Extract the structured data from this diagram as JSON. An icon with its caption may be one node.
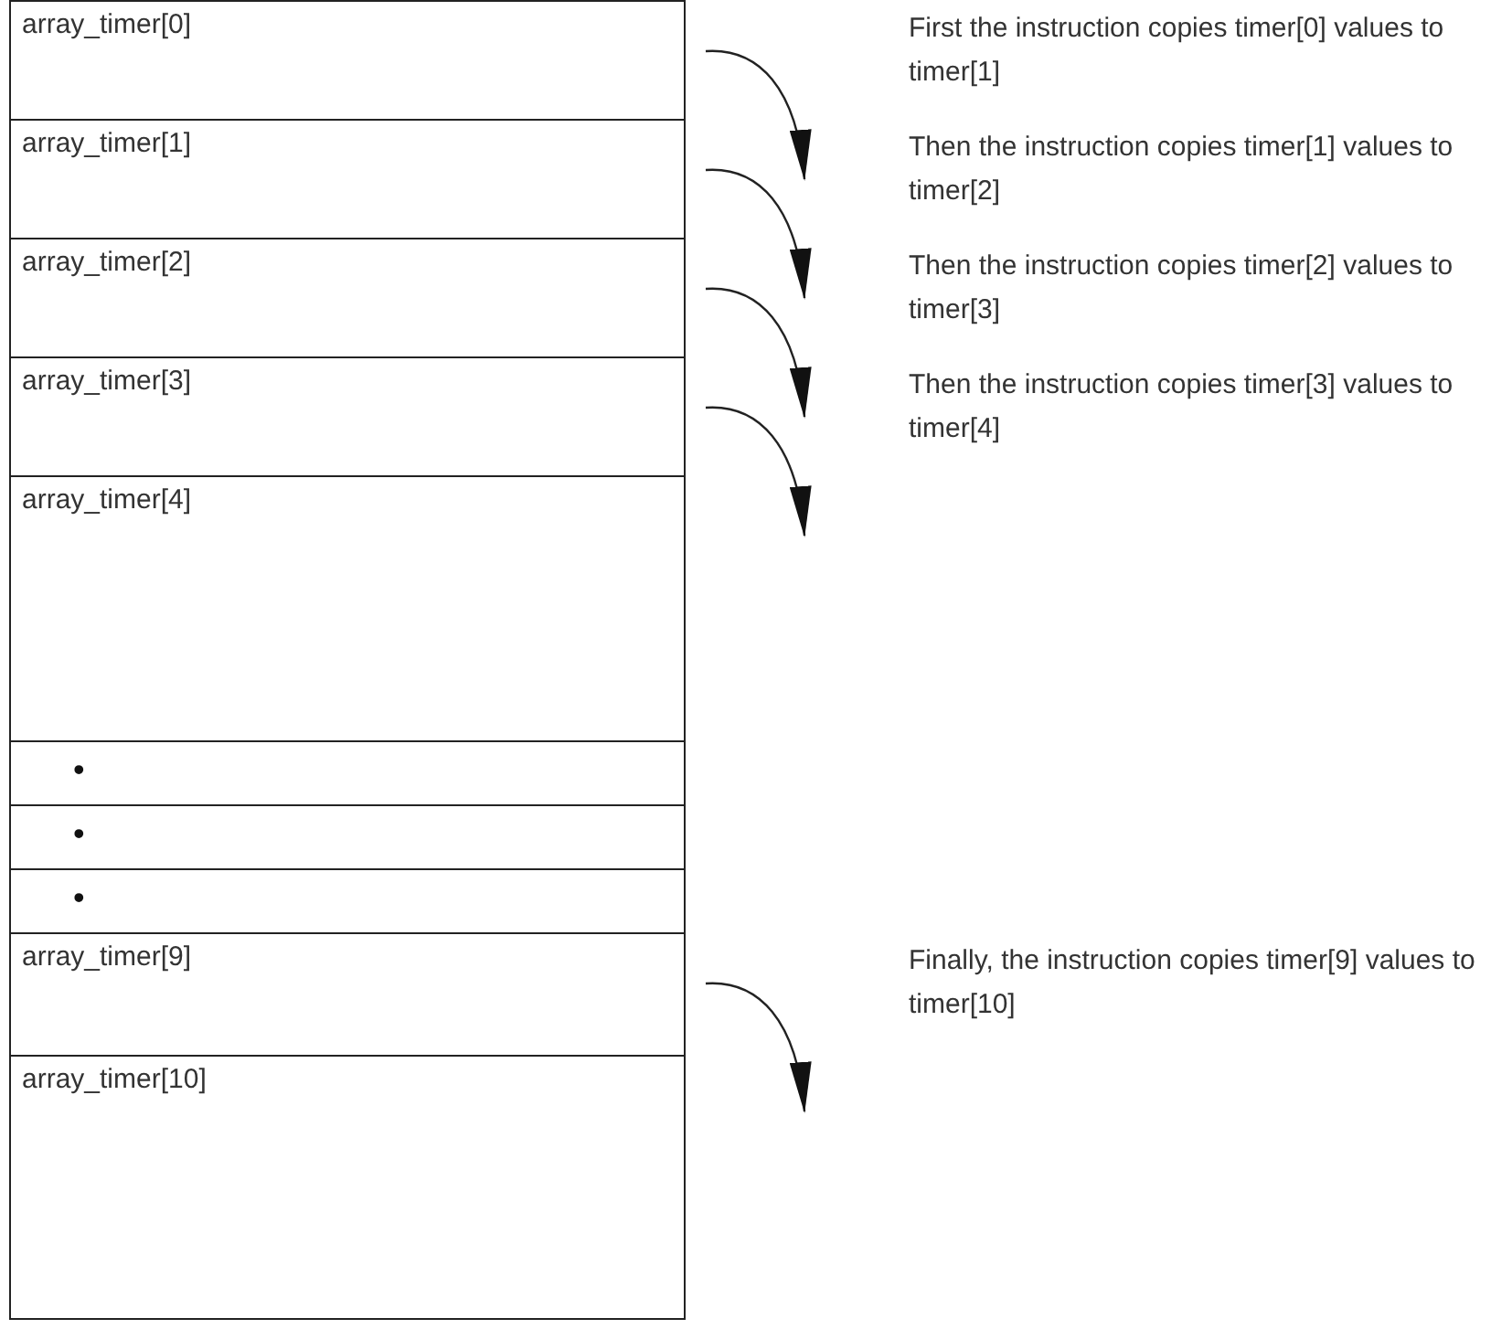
{
  "diagram": {
    "nodes": [
      {
        "text": [
          "array_timer[0]"
        ]
      },
      {
        "text": [
          "array_timer[1]"
        ]
      },
      {
        "text": [
          "array_timer[2]"
        ]
      },
      {
        "text": [
          "array_timer[3]"
        ]
      },
      {
        "text": [
          "array_timer[4]"
        ]
      },
      {
        "text": [
          "•"
        ]
      },
      {
        "text": [
          "•"
        ]
      },
      {
        "text": [
          "•"
        ]
      },
      {
        "text": [
          "array_timer[9]"
        ]
      },
      {
        "text": [
          "array_timer[10]"
        ]
      }
    ],
    "labels": [
      "First the instruction copies timer[0] values to timer[1]",
      "Then the instruction copies timer[1] values to timer[2]",
      "Then the instruction copies timer[2] values to timer[3]",
      "Then the instruction copies timer[3] values to timer[4]",
      "Finally, the instruction copies timer[9] values to timer[10]"
    ]
  }
}
